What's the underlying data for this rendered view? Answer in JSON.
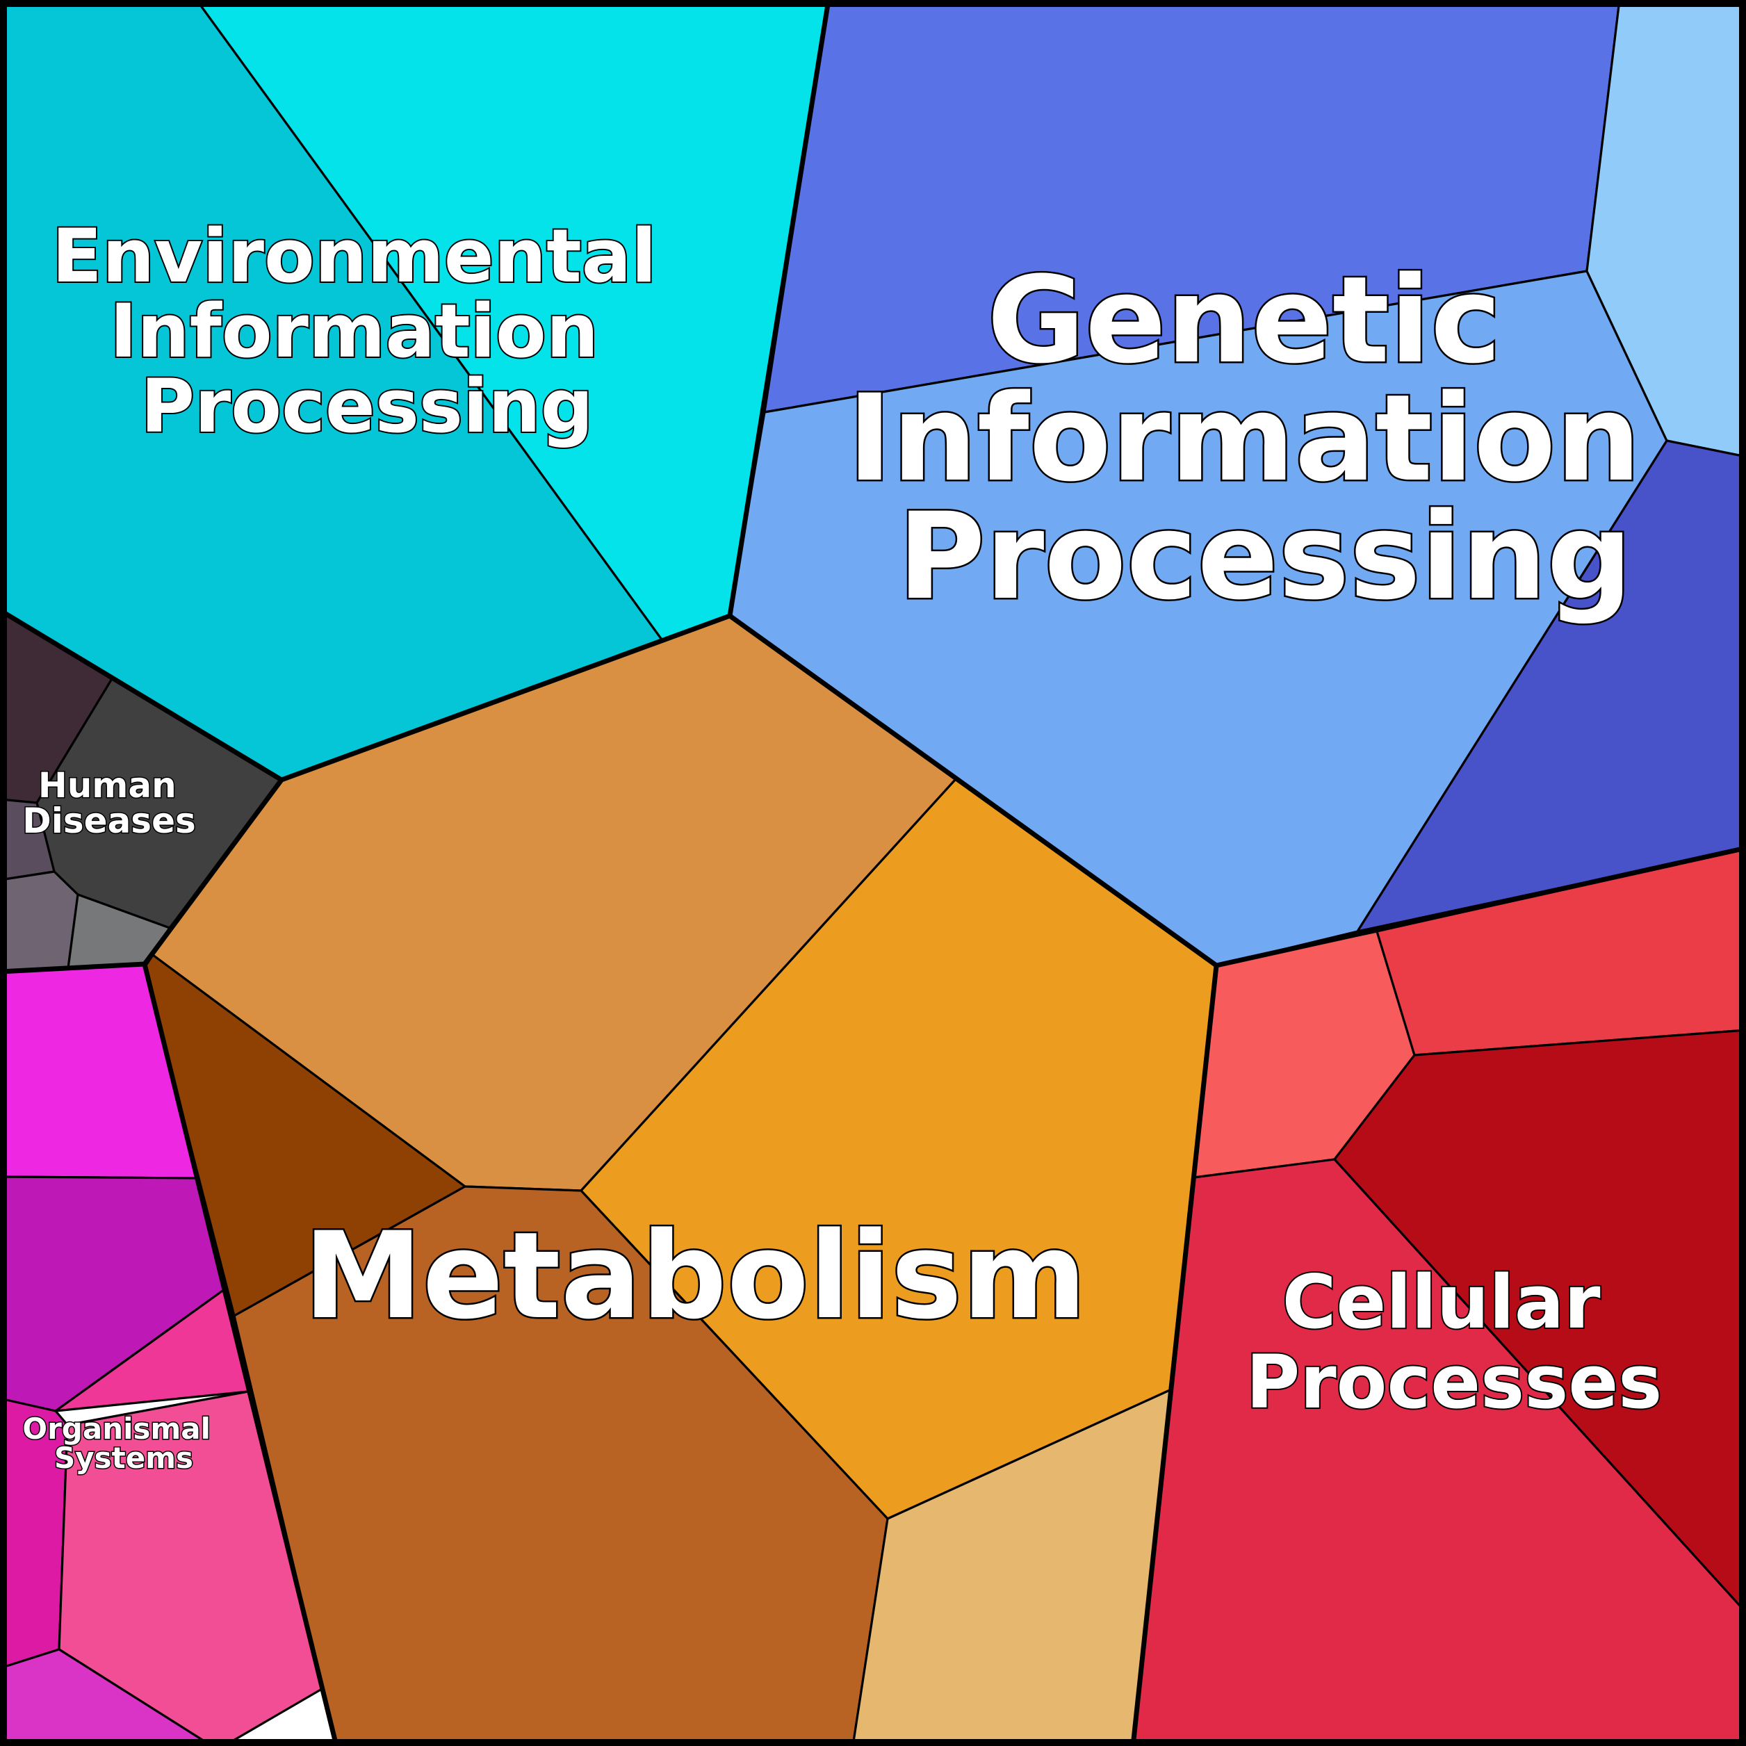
{
  "categories": {
    "environmental": {
      "label_lines": [
        "Environmental",
        "Information",
        "Processing"
      ],
      "colors": [
        "#05C6D6",
        "#04E3EA"
      ]
    },
    "genetic": {
      "label_lines": [
        "Genetic",
        "Information",
        "Processing"
      ],
      "colors": [
        "#5973E7",
        "#72A9F3",
        "#90CBFA",
        "#4852C9"
      ]
    },
    "metabolism": {
      "label_lines": [
        "Metabolism"
      ],
      "colors": [
        "#D99042",
        "#EC9D20",
        "#8E4103",
        "#B86323",
        "#E6B76F"
      ]
    },
    "cellular": {
      "label_lines": [
        "Cellular",
        "Processes"
      ],
      "colors": [
        "#F75B5B",
        "#EB3D47",
        "#B50C18",
        "#E12A48"
      ]
    },
    "human_diseases": {
      "label_lines": [
        "Human",
        "Diseases"
      ],
      "colors": [
        "#3F2B36",
        "#414041",
        "#5A4D5D",
        "#6F6471",
        "#777879"
      ]
    },
    "organismal": {
      "label_lines": [
        "Organismal",
        "Systems"
      ],
      "colors": [
        "#EE27E2",
        "#BE18B6",
        "#EF3798",
        "#DD1AA4",
        "#F24E96",
        "#DA34C6"
      ]
    }
  }
}
